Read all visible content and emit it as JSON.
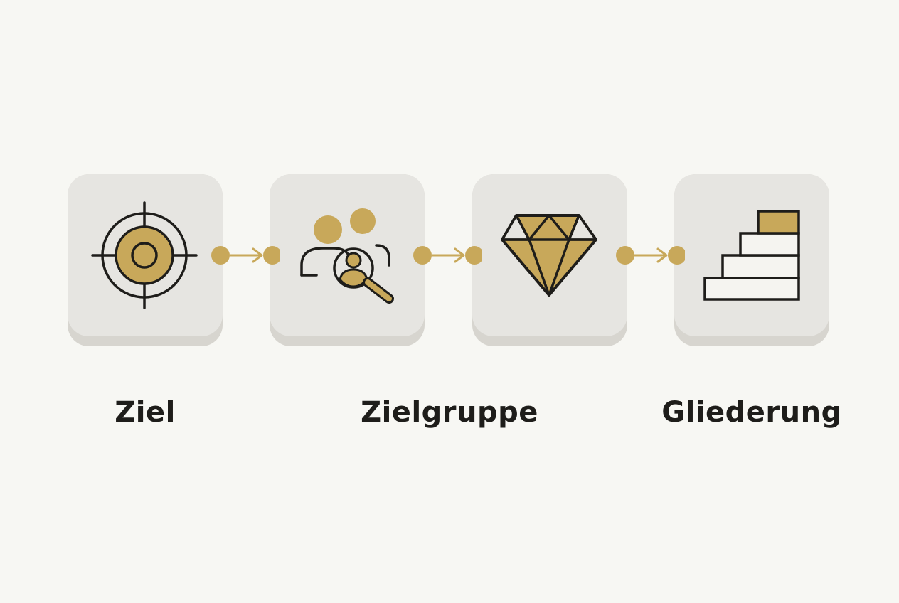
{
  "steps": [
    {
      "icon": "target-icon",
      "label": "Ziel"
    },
    {
      "icon": "audience-search-icon",
      "label": "Zielgruppe"
    },
    {
      "icon": "diamond-icon",
      "label": ""
    },
    {
      "icon": "stairs-icon",
      "label": "Gliederung"
    }
  ],
  "colors": {
    "background": "#f7f7f3",
    "tile": "#e6e5e1",
    "tile_shadow": "#d7d5cf",
    "accent_gold": "#c8a85a",
    "stroke": "#1e1d1a"
  }
}
